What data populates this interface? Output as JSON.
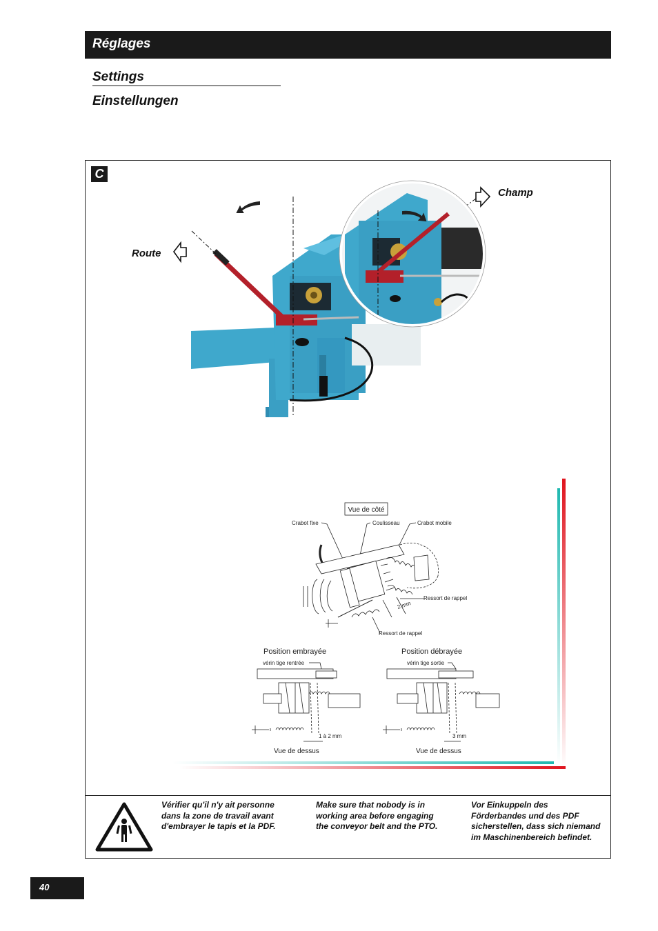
{
  "header": {
    "title": "Réglages"
  },
  "subtitles": {
    "english": "Settings",
    "german": "Einstellungen"
  },
  "figure": {
    "letter": "C",
    "photo_labels": {
      "field": "Champ",
      "road": "Route"
    },
    "diagram": {
      "side_view_title": "Vue de côté",
      "fixed_dog": "Crabot fixe",
      "slider": "Coulisseau",
      "mobile_dog": "Crabot mobile",
      "return_spring_1": "Ressort de rappel",
      "return_spring_2": "Ressort de rappel",
      "gap_side": "2 mm",
      "engaged_title": "Position embrayée",
      "engaged_cylinder": "vérin tige rentrée",
      "engaged_gap": "1 à 2 mm",
      "engaged_view": "Vue de dessus",
      "disengaged_title": "Position débrayée",
      "disengaged_cylinder": "vérin tige sortie",
      "disengaged_gap": "3 mm",
      "disengaged_view": "Vue de dessus"
    },
    "colors": {
      "machine_blue": "#3a9fc4",
      "lever_red": "#b3202a",
      "accent_red": "#e0141e",
      "accent_teal": "#1fb8b0"
    }
  },
  "warning": {
    "icon": "warning-person-icon",
    "fr": "Vérifier qu'il n'y ait personne dans la zone de travail avant d'embrayer le tapis et la PDF.",
    "en": "Make sure that nobody is in working area before engaging the conveyor belt and the PTO.",
    "de": "Vor Einkuppeln des Förderbandes und des PDF sicherstellen, dass sich niemand im Maschinenbereich befindet."
  },
  "page": {
    "number": "40"
  }
}
